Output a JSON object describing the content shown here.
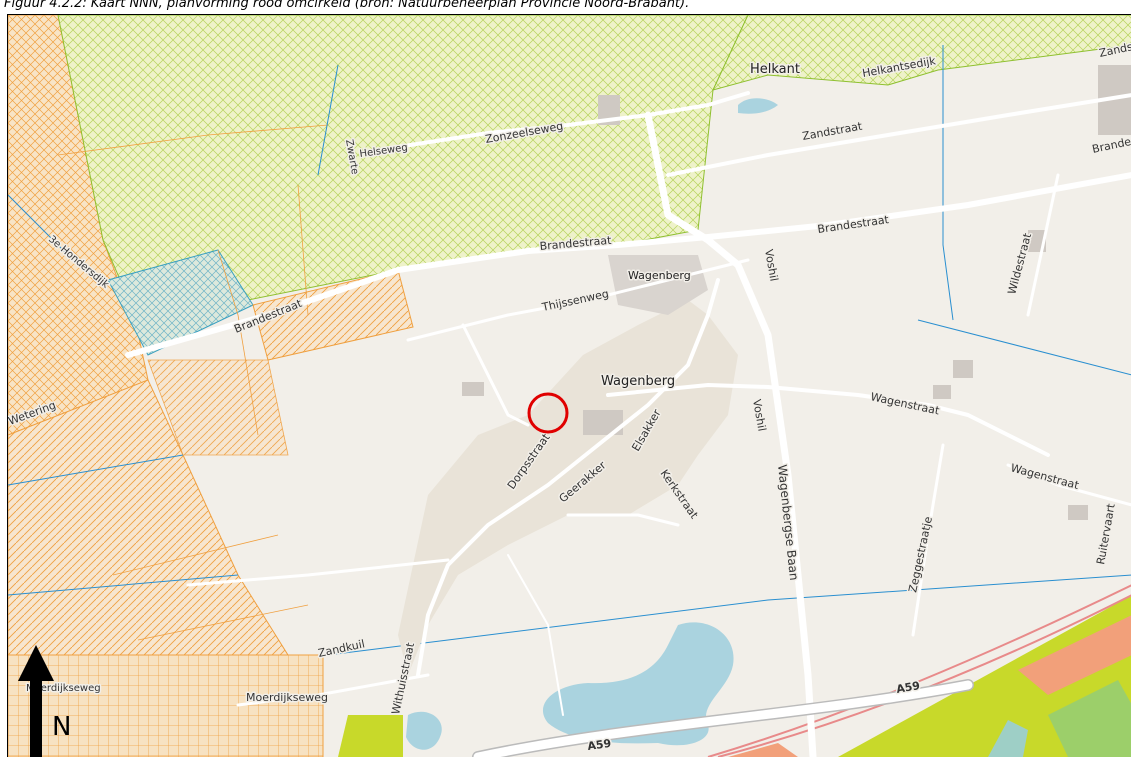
{
  "caption": "Figuur 4.2.2: Kaart NNN, planvorming rood omcirkeld (bron: Natuurbeheerplan Provincie Noord-Brabant).",
  "north_label": "N",
  "places": {
    "helkant": "Helkant",
    "wagenberg_north": "Wagenberg",
    "wagenberg": "Wagenberg"
  },
  "streets": {
    "zandstraat_ne": "Zands",
    "helkantsedijk": "Helkantsedijk",
    "zandstraat": "Zandstraat",
    "brandestraat_e": "Brandes",
    "brandestraat_mid": "Brandestraat",
    "brandestraat_center": "Brandestraat",
    "brandestraat_west": "Brandestraat",
    "zonzeelseweg": "Zonzeelseweg",
    "zwartenhoek": "Zwarte",
    "helseweg": "Helseweg",
    "hondersedijk": "3e Hondersdijk",
    "thijssenweg": "Thijssenweg",
    "voshil": "Voshil",
    "voshil_2": "Voshil",
    "wildestraat": "Wildestraat",
    "wetering": "Wetering",
    "wagenstraat": "Wagenstraat",
    "wagenstraat_2": "Wagenstraat",
    "elsakker": "Elsakker",
    "dorpsstraat": "Dorpsstraat",
    "geerakker": "Geerakker",
    "kerkstraat": "Kerkstraat",
    "wagenbergse_baan": "Wagenbergse Baan",
    "zeggestraatje": "Zeggestraatje",
    "ruitervaart": "Ruitervaart",
    "zandkuil": "Zandkuil",
    "withuisstraat": "Withuisstraat",
    "moerdijkseweg": "Moerdijkseweg",
    "moerdijkseweg_2": "Moerdijkseweg",
    "a59_east": "A59",
    "a59_west": "A59"
  },
  "colors": {
    "map_background": "#f2efe9",
    "nnn_green_hatch": "#9cc93a",
    "nnn_orange_hatch": "#f0a040",
    "nnn_blue_hatch": "#39a0c0",
    "boundary_blue": "#2a8fd0",
    "water": "#aad3df",
    "highway": "#ffffff",
    "marker_circle": "#e00000"
  }
}
